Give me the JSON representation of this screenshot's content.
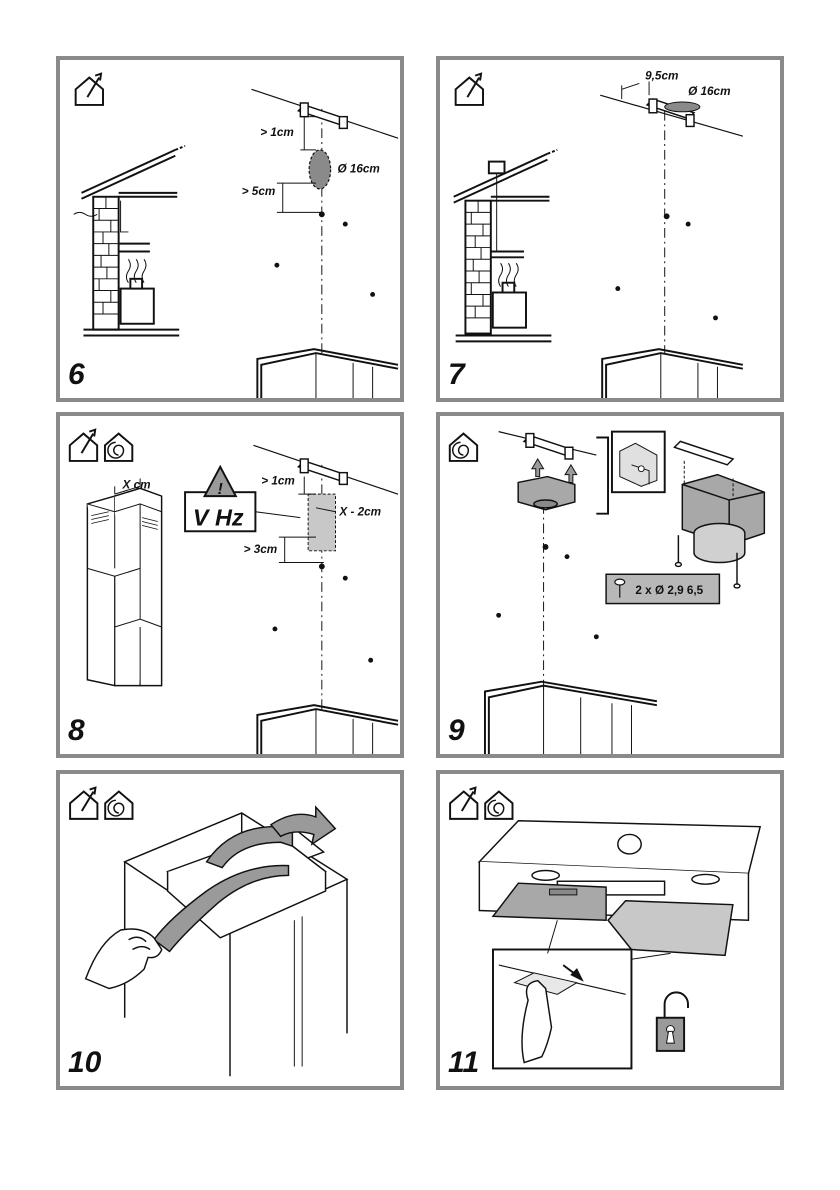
{
  "panels": [
    {
      "step": "6",
      "labels": {
        "gap_top": "> 1cm",
        "diameter": "Ø 16cm",
        "gap_mid": "> 5cm"
      }
    },
    {
      "step": "7",
      "labels": {
        "spacing": "9,5cm",
        "diameter": "Ø 16cm"
      }
    },
    {
      "step": "8",
      "labels": {
        "width": "X cm",
        "warning": "V  Hz",
        "gap_top": "> 1cm",
        "offset": "X - 2cm",
        "gap_mid": "> 3cm"
      }
    },
    {
      "step": "9",
      "labels": {
        "screw_spec": "2 x  Ø 2,9 6,5"
      }
    },
    {
      "step": "10"
    },
    {
      "step": "11"
    }
  ]
}
